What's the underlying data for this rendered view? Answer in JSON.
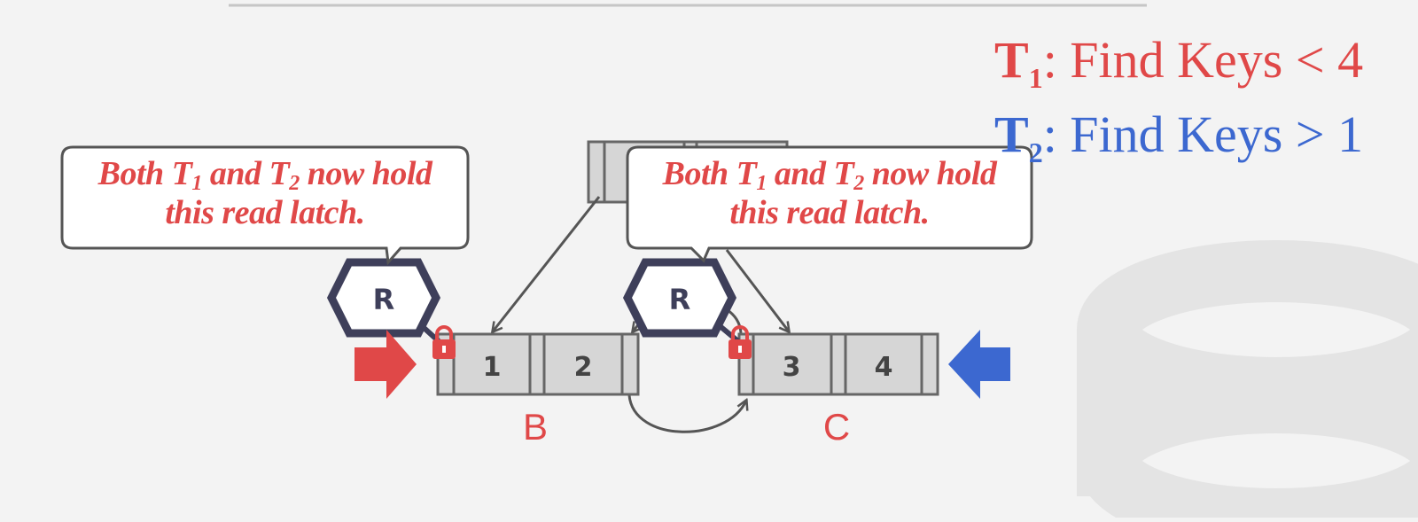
{
  "tasks": [
    {
      "name": "T",
      "sub": "1",
      "text": ": Find Keys < 4",
      "color": "#e04848"
    },
    {
      "name": "T",
      "sub": "2",
      "text": ": Find Keys > 1",
      "color": "#3c68d0"
    }
  ],
  "callouts": [
    {
      "pre": "Both T",
      "s1": "1",
      "mid": " and T",
      "s2": "2",
      "post": " now hold",
      "line2": "this read latch."
    },
    {
      "pre": "Both T",
      "s1": "1",
      "mid": " and T",
      "s2": "2",
      "post": " now hold",
      "line2": "this read latch."
    }
  ],
  "latches": [
    {
      "mode": "R",
      "node": "B"
    },
    {
      "mode": "R",
      "node": "C"
    }
  ],
  "nodes": [
    {
      "label": "B",
      "keys": [
        "1",
        "2"
      ]
    },
    {
      "label": "C",
      "keys": [
        "3",
        "4"
      ]
    }
  ],
  "colors": {
    "t1": "#e04848",
    "t2": "#3c68d0",
    "latch_outline": "#3e3f5a",
    "node_fill": "#d6d6d6",
    "node_stroke": "#666666"
  },
  "icons": [
    "lock-icon",
    "right-arrow-icon",
    "left-arrow-icon",
    "database-icon"
  ]
}
